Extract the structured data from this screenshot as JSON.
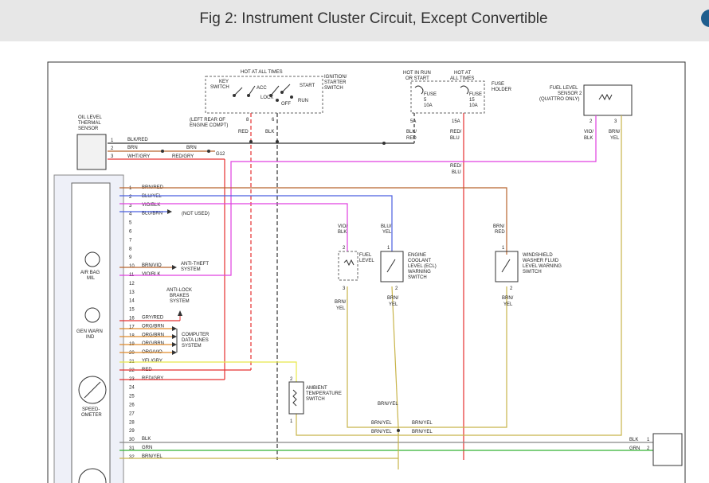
{
  "header": {
    "title": "Fig 2: Instrument Cluster Circuit, Except Convertible"
  },
  "colors": {
    "red": "#e53030",
    "blue": "#4a5fe0",
    "violet": "#e040e0",
    "brown": "#b8652e",
    "yellow": "#e8e84a",
    "gray": "#888888",
    "green": "#33b233",
    "black": "#333333",
    "brnyel": "#c8b44a",
    "orange": "#e08a2a"
  },
  "ignition": {
    "hot": "HOT AT ALL TIMES",
    "key_switch_1": "KEY",
    "key_switch_2": "SWITCH",
    "acc": "ACC",
    "lock": "LOCK",
    "off": "OFF",
    "start": "START",
    "run": "RUN",
    "title_1": "IGNITION/",
    "title_2": "STARTER",
    "title_3": "SWITCH",
    "pin8": "8",
    "pin6": "6",
    "red": "RED",
    "blk": "BLK"
  },
  "engine_note": {
    "l1": "(LEFT REAR OF",
    "l2": "ENGINE COMPT)"
  },
  "fuse": {
    "hot_run_1": "HOT IN RUN",
    "hot_run_2": "OR START",
    "hot_all_1": "HOT AT",
    "hot_all_2": "ALL TIMES",
    "f1_1": "FUSE",
    "f1_2": "5",
    "f1_3": "10A",
    "f2_1": "FUSE",
    "f2_2": "15",
    "f2_3": "10A",
    "holder_1": "FUSE",
    "holder_2": "HOLDER",
    "p5a": "5A",
    "p15a": "15A",
    "blk": "BLK/",
    "red": "RED",
    "red2": "RED/",
    "blu": "BLU",
    "redblu_1": "RED/",
    "redblu_2": "BLU"
  },
  "fuel_sensor2": {
    "l1": "FUEL LEVEL",
    "l2": "SENSOR 2",
    "l3": "(QUATTRO ONLY)",
    "p2": "2",
    "p3": "3",
    "vio": "VIO/",
    "blk": "BLK",
    "brn": "BRN/",
    "yel": "YEL"
  },
  "oil_sensor": {
    "l1": "OIL LEVEL",
    "l2": "THERMAL",
    "l3": "SENSOR",
    "pins": [
      "1",
      "2",
      "3"
    ],
    "wires": [
      "BLK/RED",
      "BRN",
      "WHT/GRY"
    ],
    "brn2": "BRN",
    "redgry": "RED/GRY",
    "g12": "G12"
  },
  "cluster": {
    "pins": [
      "1",
      "2",
      "3",
      "4",
      "5",
      "6",
      "7",
      "8",
      "9",
      "10",
      "11",
      "12",
      "13",
      "14",
      "15",
      "16",
      "17",
      "18",
      "19",
      "20",
      "21",
      "22",
      "23",
      "24",
      "25",
      "26",
      "27",
      "28",
      "29",
      "30",
      "31",
      "32"
    ],
    "wires": [
      "BRN/RED",
      "BLU/YEL",
      "VIO/BLK",
      "BLU/BRN",
      "",
      "",
      "",
      "",
      "",
      "BRN/VIO",
      "VIO/BLK",
      "",
      "",
      "",
      "",
      "GRY/RED",
      "ORG/BRN",
      "ORG/BRN",
      "ORG/BRN",
      "ORG/VIO",
      "YEL/GRY",
      "RED",
      "RED/GRY",
      "",
      "",
      "",
      "",
      "",
      "",
      "BLK",
      "GRN",
      "BRN/YEL"
    ],
    "airbag_1": "AIR BAG",
    "airbag_2": "MIL",
    "genwarn_1": "GEN WARN",
    "genwarn_2": "IND",
    "speedo_1": "SPEED-",
    "speedo_2": "OMETER"
  },
  "labels": {
    "not_used": "(NOT USED)",
    "antitheft_1": "ANTI-THEFT",
    "antitheft_2": "SYSTEM",
    "abs_1": "ANTI-LOCK",
    "abs_2": "BRAKES",
    "abs_3": "SYSTEM",
    "cdl_1": "COMPUTER",
    "cdl_2": "DATA LINES",
    "cdl_3": "SYSTEM"
  },
  "fuel_level": {
    "l1": "FUEL",
    "l2": "LEVEL",
    "vio": "VIO/",
    "blk": "BLK",
    "p2": "2",
    "p3": "3",
    "brn": "BRN/",
    "yel": "YEL"
  },
  "ecl": {
    "l1": "ENGINE",
    "l2": "COOLANT",
    "l3": "LEVEL (ECL)",
    "l4": "WARNING",
    "l5": "SWITCH",
    "blu": "BLU/",
    "yel": "YEL",
    "p1": "1",
    "p2": "2",
    "brn": "BRN/",
    "yel2": "YEL"
  },
  "washer": {
    "l1": "WINDSHIELD",
    "l2": "WASHER FLUID",
    "l3": "LEVEL WARNING",
    "l4": "SWITCH",
    "brn": "BRN/",
    "red": "RED",
    "p1": "1",
    "p2": "2",
    "brn2": "BRN/",
    "yel": "YEL"
  },
  "ambient": {
    "l1": "AMBIENT",
    "l2": "TEMPERATURE",
    "l3": "SWITCH",
    "p2": "2",
    "p1": "1"
  },
  "junction": {
    "a": "BRN/YEL",
    "b": "BRN/YEL",
    "c": "BRN/YEL",
    "d": "BRN/YEL",
    "e": "BRN/YEL"
  },
  "ground": {
    "blk": "BLK",
    "grn": "GRN",
    "p1": "1",
    "p2": "2"
  }
}
